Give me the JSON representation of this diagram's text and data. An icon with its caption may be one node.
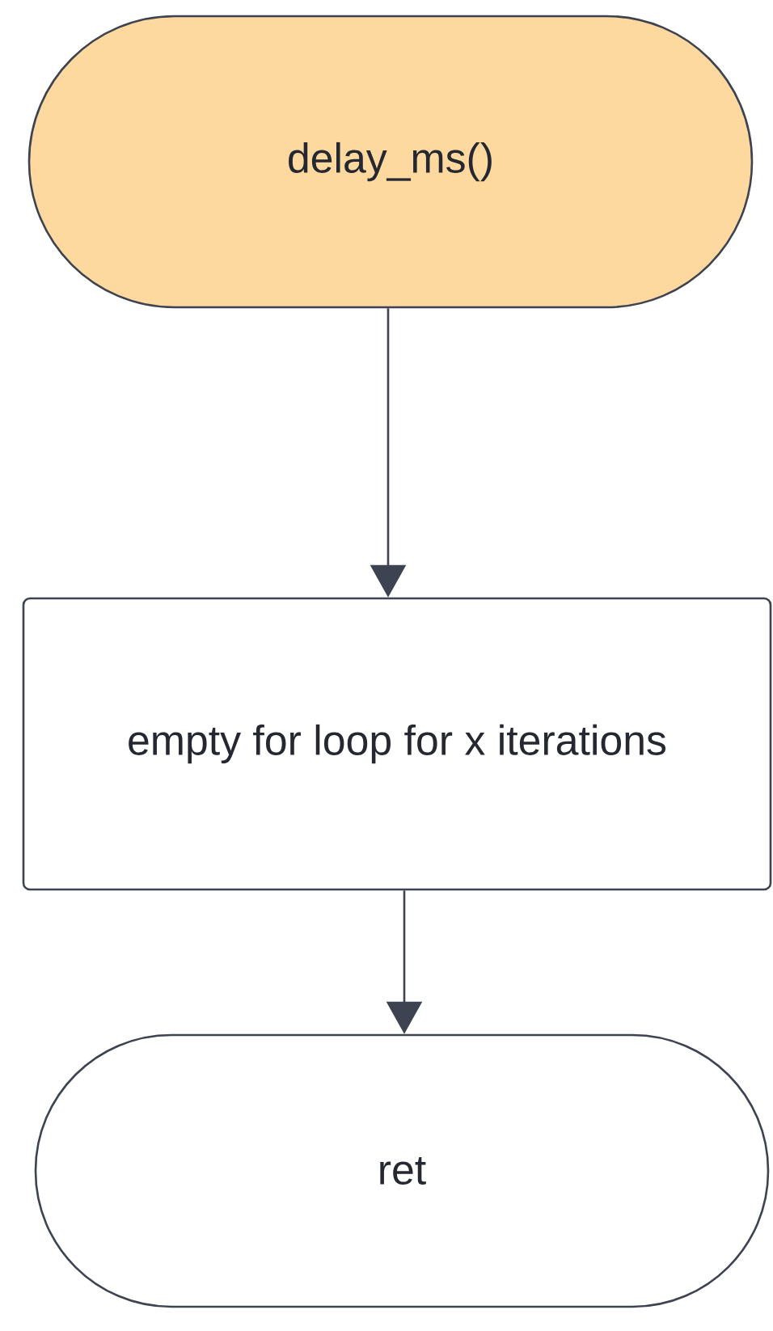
{
  "diagram": {
    "nodes": [
      {
        "text": [
          "delay_ms()"
        ]
      },
      {
        "text": [
          "empty for loop for x iterations"
        ]
      },
      {
        "text": [
          "ret"
        ]
      }
    ],
    "edges": [
      {
        "from": 0,
        "to": 1,
        "arrow": "to"
      },
      {
        "from": 1,
        "to": 2,
        "arrow": "to"
      }
    ]
  }
}
